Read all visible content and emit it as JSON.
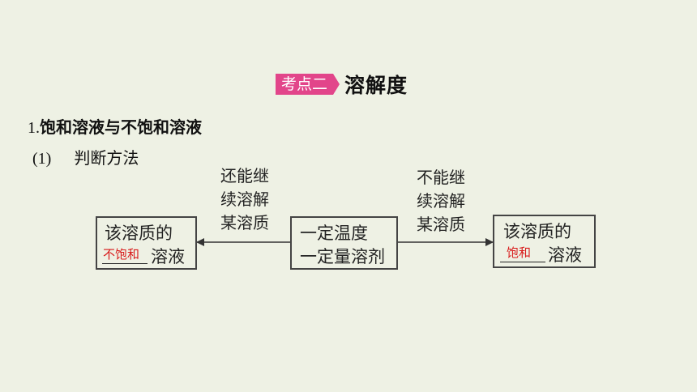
{
  "topic": {
    "badge": "考点二",
    "title": "溶解度"
  },
  "section1": {
    "number": "1.",
    "title": "饱和溶液与不饱和溶液"
  },
  "subsection1": {
    "index": "(1)",
    "title": "判断方法"
  },
  "diagram": {
    "left_box": {
      "line1": "该溶质的",
      "answer": "不饱和",
      "suffix": "溶液"
    },
    "center_box": {
      "line1": "一定温度",
      "line2": "一定量溶剂"
    },
    "right_box": {
      "line1": "该溶质的",
      "answer": "饱和",
      "suffix": "溶液"
    },
    "left_arrow_label": [
      "还能继",
      "续溶解",
      "某溶质"
    ],
    "right_arrow_label": [
      "不能继",
      "续溶解",
      "某溶质"
    ]
  },
  "colors": {
    "badge": "#e2458a",
    "answer": "#d81a1a",
    "background": "#eef1e4"
  }
}
